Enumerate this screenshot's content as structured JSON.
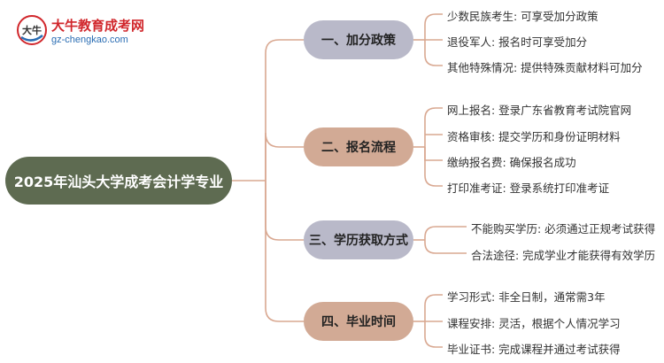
{
  "logo": {
    "mark_text": "大牛",
    "title": "大牛教育成考网",
    "url": "gz-chengkao.com"
  },
  "root": {
    "label": "2025年汕头大学成考会计学专业"
  },
  "branches": [
    {
      "label": "一、加分政策",
      "color": "#b9b9c9",
      "items": [
        "少数民族考生: 可享受加分政策",
        "退役军人: 报名时可享受加分",
        "其他特殊情况: 提供特殊贡献材料可加分"
      ]
    },
    {
      "label": "二、报名流程",
      "color": "#d2aa95",
      "items": [
        "网上报名: 登录广东省教育考试院官网",
        "资格审核: 提交学历和身份证明材料",
        "缴纳报名费: 确保报名成功",
        "打印准考证: 登录系统打印准考证"
      ]
    },
    {
      "label": "三、学历获取方式",
      "color": "#b9b9c9",
      "items": [
        "不能购买学历: 必须通过正规考试获得",
        "合法途径: 完成学业才能获得有效学历"
      ]
    },
    {
      "label": "四、毕业时间",
      "color": "#d2aa95",
      "items": [
        "学习形式: 非全日制，通常需3年",
        "课程安排: 灵活，根据个人情况学习",
        "毕业证书: 完成课程并通过考试获得"
      ]
    }
  ],
  "colors": {
    "root": "#5e6b51",
    "connector": "#d9a891",
    "logo_red": "#d1272c",
    "logo_blue": "#2a6db3"
  }
}
